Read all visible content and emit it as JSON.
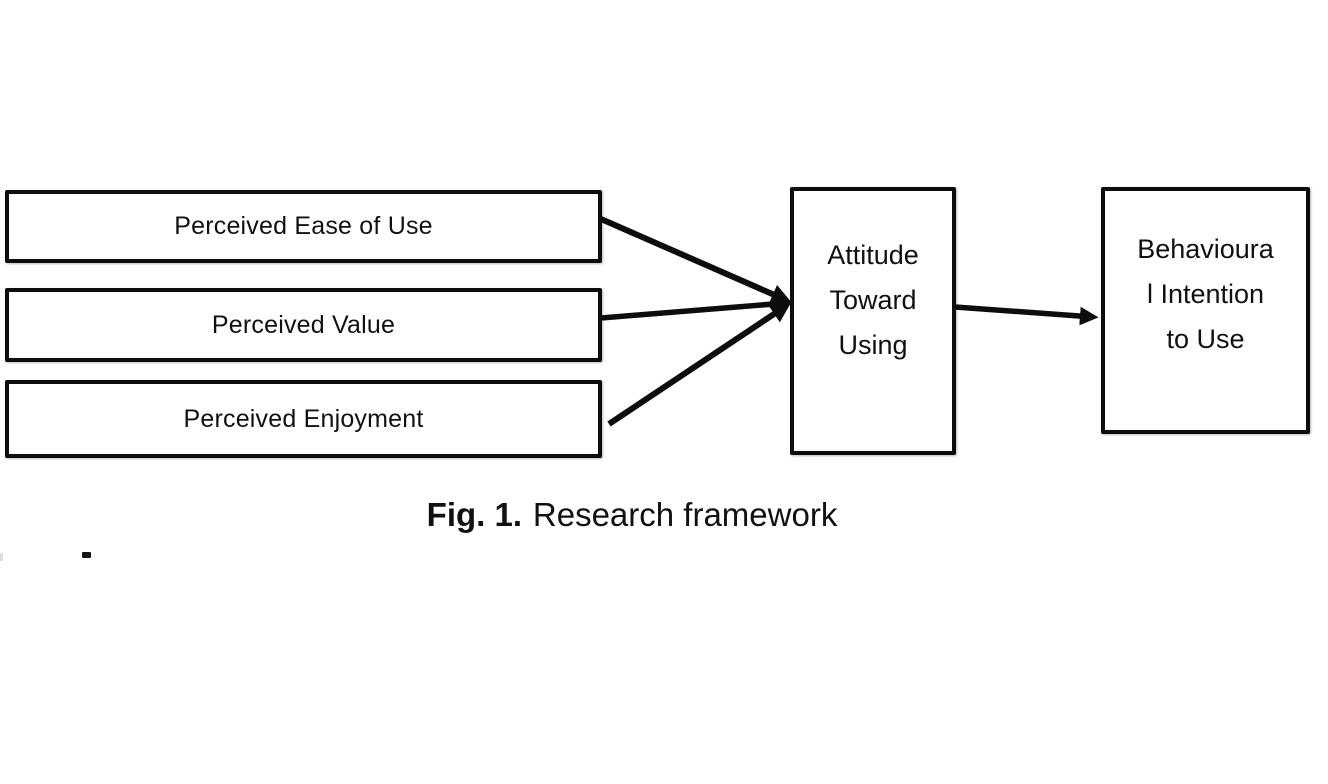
{
  "diagram": {
    "predictors": [
      {
        "label": "Perceived Ease of Use"
      },
      {
        "label": "Perceived Value"
      },
      {
        "label": "Perceived Enjoyment"
      }
    ],
    "mediator": {
      "lines": [
        "Attitude",
        "Toward",
        "Using"
      ]
    },
    "outcome": {
      "lines": [
        "Behavioura",
        "l Intention",
        "to Use"
      ]
    },
    "caption": {
      "label_bold": "Fig. 1.",
      "title": "Research framework"
    }
  },
  "colors": {
    "line": "#0d0d0d",
    "box_fill": "#ffffff",
    "background": "#ffffff",
    "text": "#111111"
  }
}
